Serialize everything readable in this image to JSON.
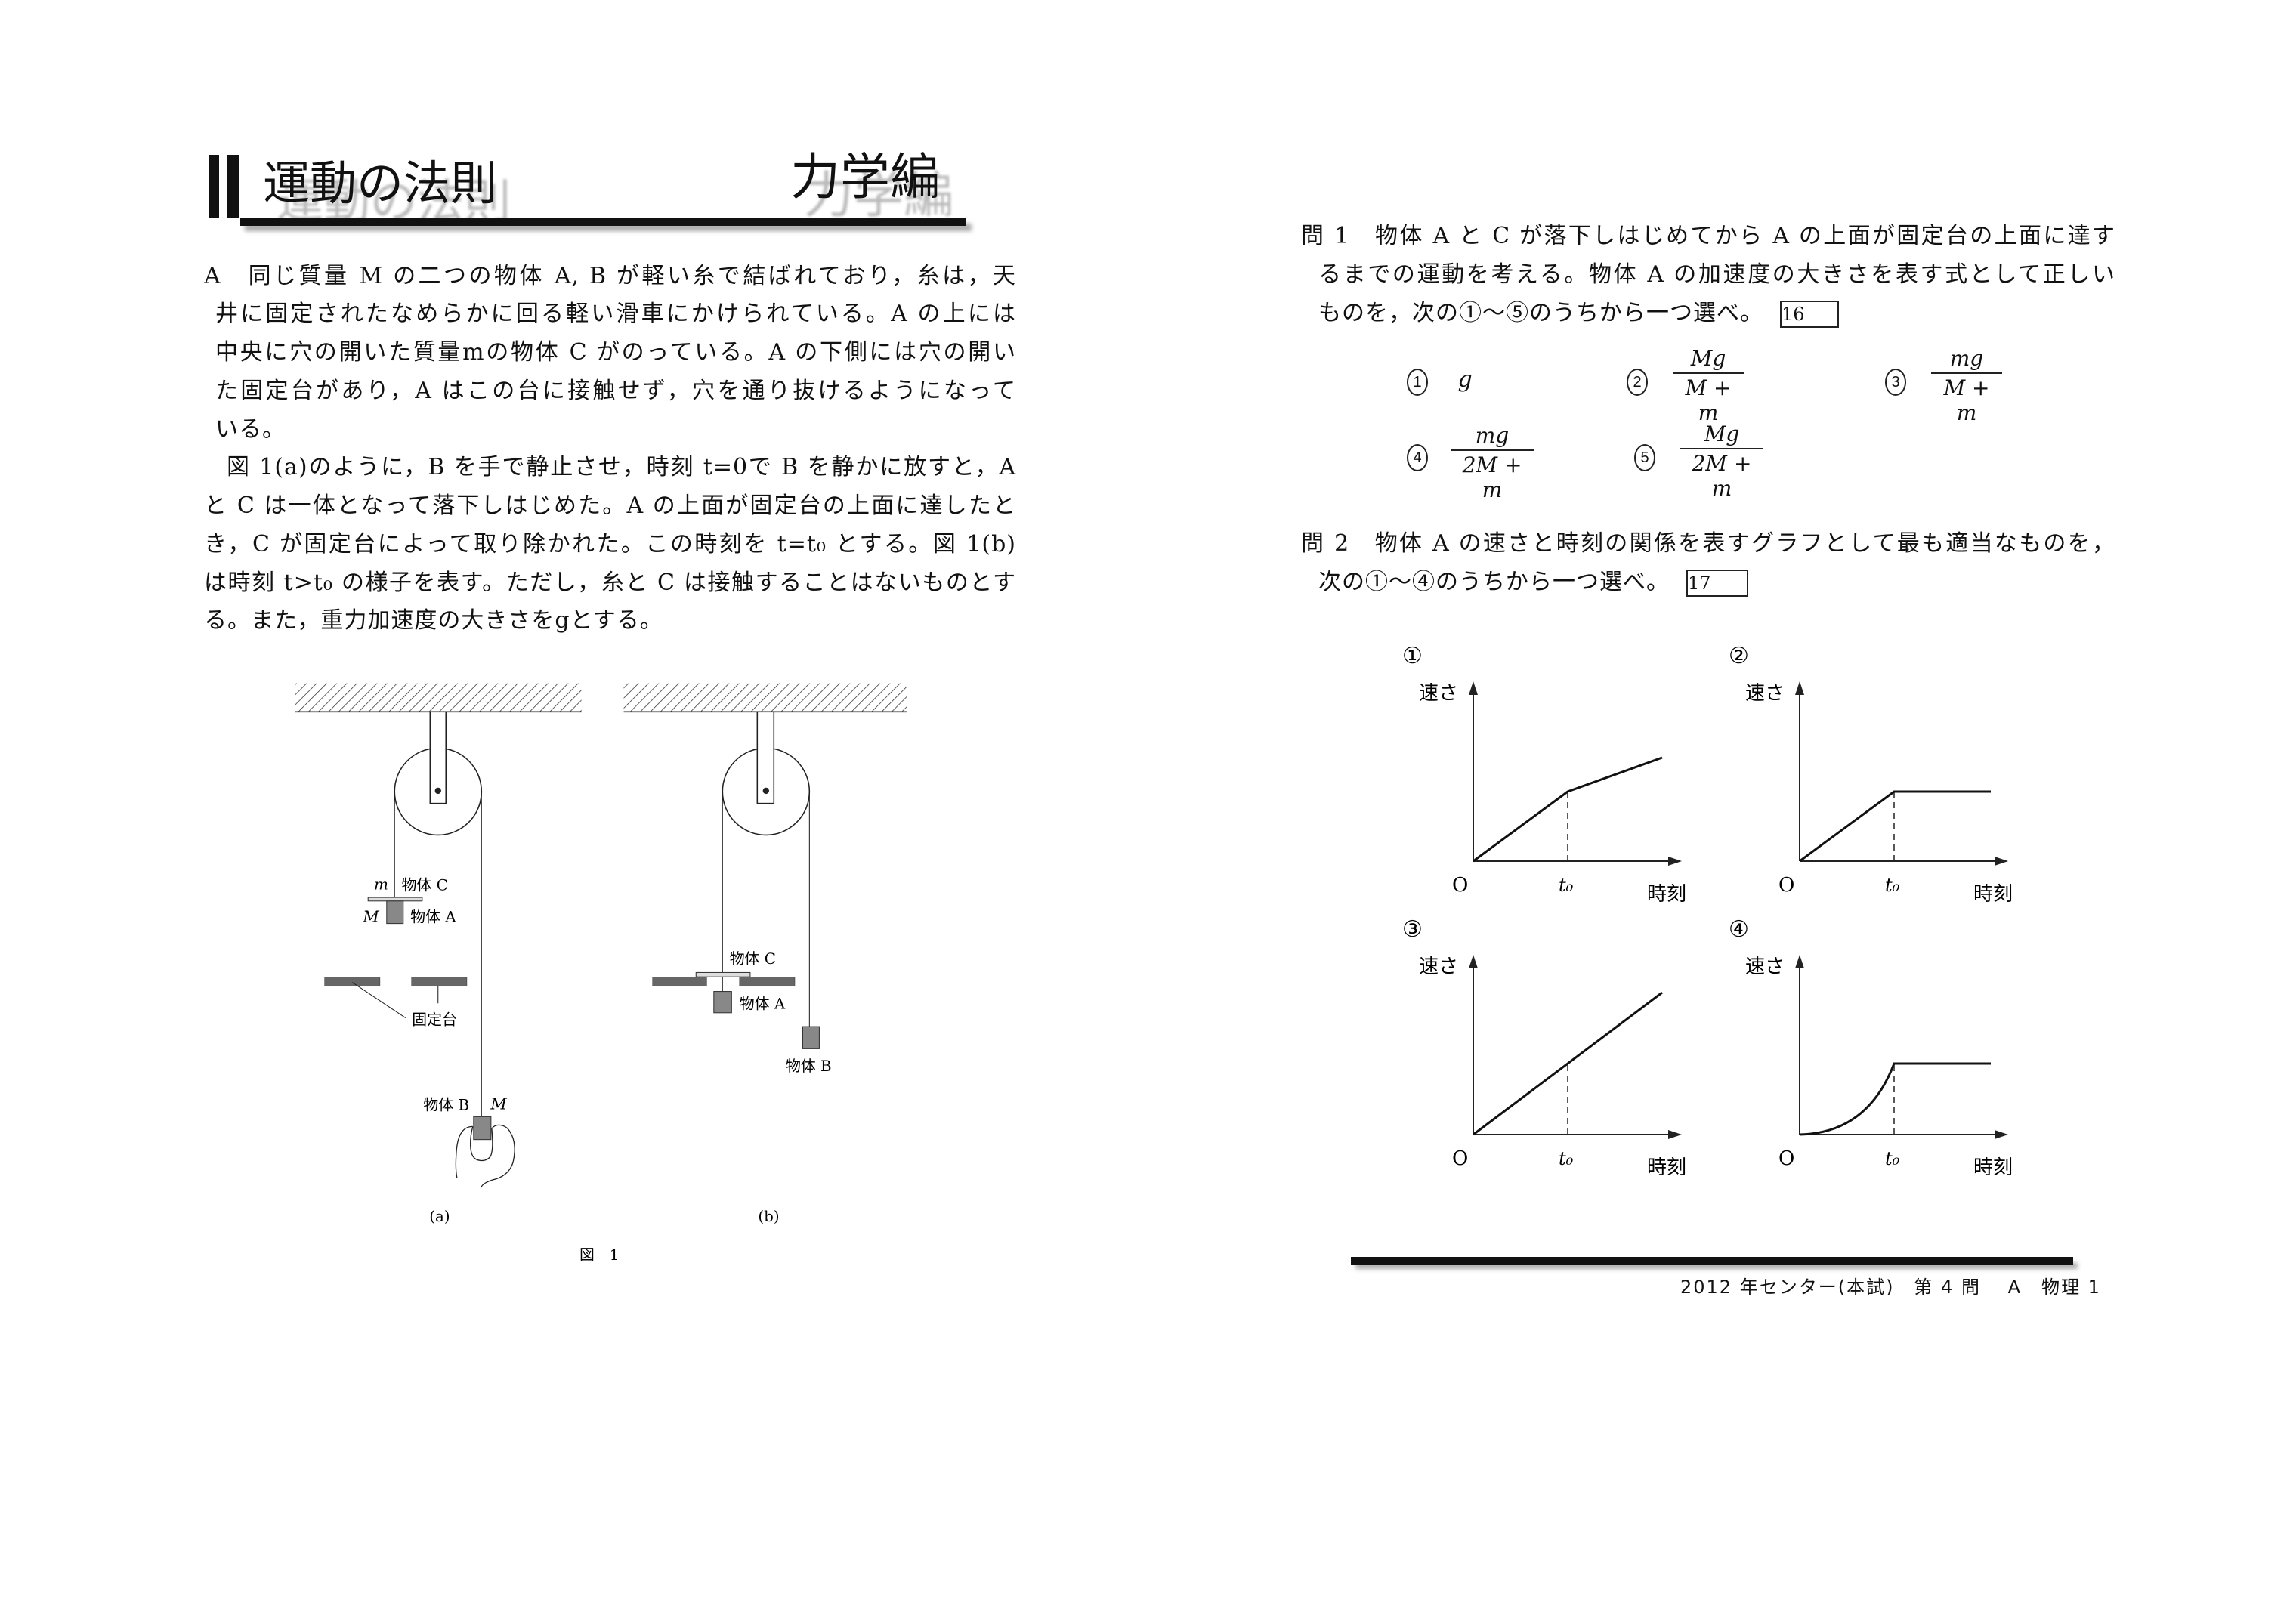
{
  "header": {
    "title": "運動の法則",
    "section": "力学編"
  },
  "problem": {
    "lines": [
      "A　同じ質量 M の二つの物体 A, B が軽い糸で結ばれており，糸は，天",
      "井に固定されたなめらかに回る軽い滑車にかけられている。A の上には",
      "中央に穴の開いた質量mの物体 C がのっている。A の下側には穴の開い",
      "た固定台があり，A はこの台に接触せず，穴を通り抜けるようになって",
      "いる。",
      "図 1(a)のように，B を手で静止させ，時刻 t=0で B を静かに放すと，A",
      "と C は一体となって落下しはじめた。A の上面が固定台の上面に達したと",
      "き，C が固定台によって取り除かれた。この時刻を t=t₀ とする。図 1(b)",
      "は時刻 t>t₀ の様子を表す。ただし，糸と C は接触することはないものとす",
      "る。また，重力加速度の大きさをgとする。"
    ]
  },
  "figure": {
    "label_m": "m",
    "label_M": "M",
    "object_c": "物体 C",
    "object_a": "物体 A",
    "object_b": "物体 B",
    "platform": "固定台",
    "sub_a": "(a)",
    "sub_b": "(b)",
    "caption": "図　1"
  },
  "q1": {
    "lines": [
      "問 1　物体 A と C が落下しはじめてから A の上面が固定台の上面に達す",
      "るまでの運動を考える。物体 A の加速度の大きさを表す式として正しい",
      "ものを，次の①〜⑤のうちから一つ選べ。"
    ],
    "answer_box": "16",
    "options": [
      {
        "num": "1",
        "expr": "g"
      },
      {
        "num": "2",
        "numerator": "Mg",
        "denominator": "M + m"
      },
      {
        "num": "3",
        "numerator": "mg",
        "denominator": "M + m"
      },
      {
        "num": "4",
        "numerator": "mg",
        "denominator": "2M + m"
      },
      {
        "num": "5",
        "numerator": "Mg",
        "denominator": "2M + m"
      }
    ]
  },
  "q2": {
    "lines": [
      "問 2　物体 A の速さと時刻の関係を表すグラフとして最も適当なものを，",
      "次の①〜④のうちから一つ選べ。"
    ],
    "answer_box": "17",
    "graphs": [
      {
        "num": "①",
        "ylabel": "速さ",
        "xlabel": "時刻",
        "origin": "O",
        "t0": "t₀"
      },
      {
        "num": "②",
        "ylabel": "速さ",
        "xlabel": "時刻",
        "origin": "O",
        "t0": "t₀"
      },
      {
        "num": "③",
        "ylabel": "速さ",
        "xlabel": "時刻",
        "origin": "O",
        "t0": "t₀"
      },
      {
        "num": "④",
        "ylabel": "速さ",
        "xlabel": "時刻",
        "origin": "O",
        "t0": "t₀"
      }
    ]
  },
  "footer": {
    "source": "2012 年センター(本試)　第 4 問　 A　物理 1"
  }
}
